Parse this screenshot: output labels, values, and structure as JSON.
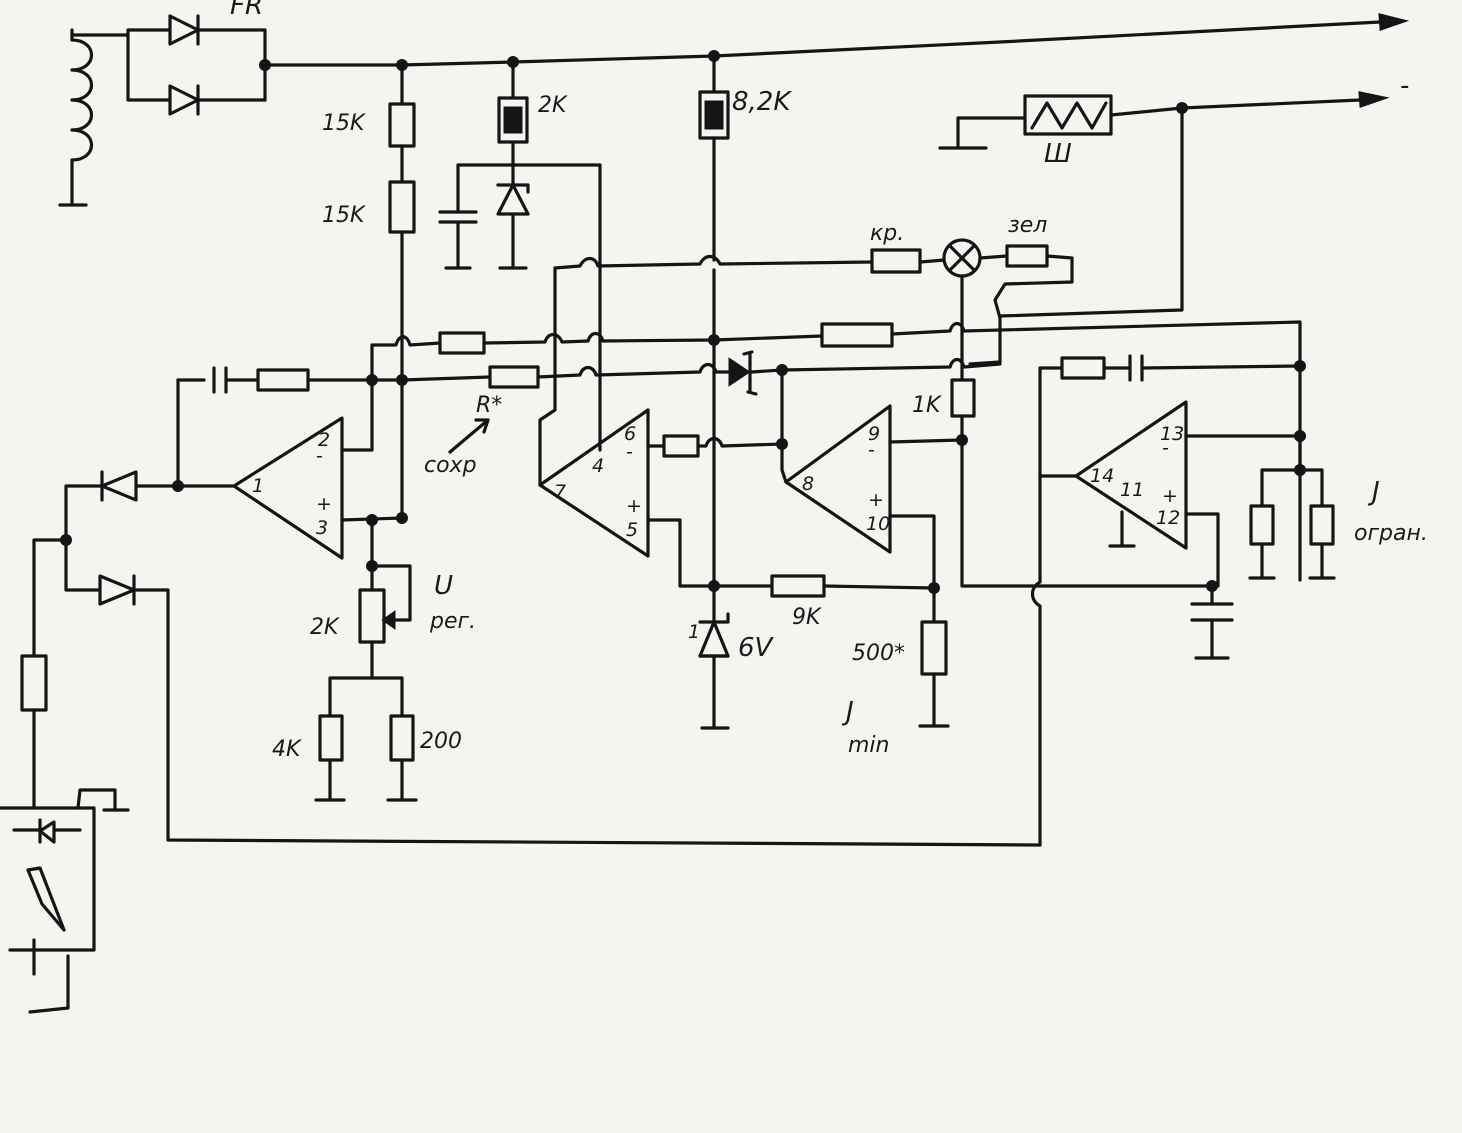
{
  "schematic": {
    "labels": {
      "fr": "FR",
      "out_minus": "-",
      "r_15k_a": "15K",
      "r_15k_b": "15K",
      "r_2k_top": "2K",
      "r_8_2k": "8,2K",
      "lamp_red": "кр.",
      "lamp_green": "зел",
      "r_star": "R*",
      "sokhr": "сохр",
      "u_reg_u": "U",
      "u_reg_word": "рег.",
      "pot_2k": "2K",
      "r_4k": "4K",
      "r_200": "200",
      "zener_6v": "6V",
      "r_9k": "9K",
      "r_500": "500*",
      "i_min_i": "J",
      "i_min_word": "min",
      "r_1k": "1K",
      "i_limit_i": "J",
      "i_limit_word": "огран."
    },
    "pins": {
      "p1": "1",
      "p2": "2",
      "p3": "3",
      "p4": "4",
      "p5": "5",
      "p6": "6",
      "p7": "7",
      "p8": "8",
      "p9": "9",
      "p10": "10",
      "p11": "11",
      "p12": "12",
      "p13": "13",
      "p14": "14",
      "zener_pin": "1"
    },
    "opamp_signs": {
      "u1_minus": "-",
      "u1_plus": "+",
      "u2_minus": "-",
      "u2_plus": "+",
      "u3_minus": "-",
      "u3_plus": "+",
      "u4_minus": "-",
      "u4_plus": "+"
    },
    "shunt_symbol": "Ш"
  }
}
